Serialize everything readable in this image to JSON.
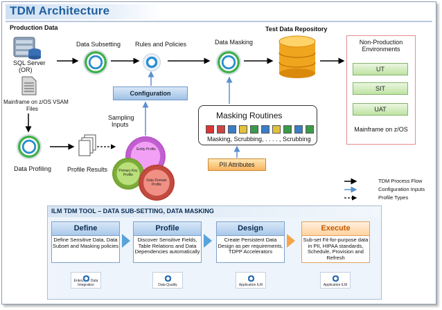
{
  "title": "TDM Architecture",
  "labels": {
    "production_data": "Production Data",
    "sql_server_line1": "SQL Server",
    "sql_server_line2": "(OR)",
    "mainframe_line1": "Mainframe on z/OS VSAM",
    "mainframe_line2": "Files",
    "data_profiling": "Data Profiling",
    "profile_results": "Profile Results",
    "data_subsetting": "Data Subsetting",
    "rules_policies": "Rules and Policies",
    "configuration": "Configuration",
    "sampling_line1": "Sampling",
    "sampling_line2": "Inputs",
    "data_masking": "Data Masking",
    "test_data_repository": "Test Data Repository",
    "masking_routines": "Masking Routines",
    "masking_list": "Masking, Scrubbing, . . . . , Scrubbing",
    "pii_attributes": "PII Attributes",
    "nonprod_line1": "Non-Production",
    "nonprod_line2": "Environments",
    "mainframe_zos": "Mainframe on z/OS",
    "gear_entity": "Entity Profile",
    "gear_primary": "Primary Key Profile",
    "gear_domain": "Data Domain Profile"
  },
  "environments": [
    "UT",
    "SIT",
    "UAT"
  ],
  "legend": {
    "tdm_process_flow": "TDM Process Flow",
    "configuration_inputs": "Configuration Inputs",
    "profile_types": "Profile Types"
  },
  "ilm": {
    "title": "ILM TDM TOOL – DATA SUB-SETTING, DATA MASKING",
    "phases": [
      {
        "name": "Define",
        "desc": "Define Sensitive Data, Data Subset and Masking policies",
        "logo": "Enterprise Data Integration"
      },
      {
        "name": "Profile",
        "desc": "Discover Sensitive Fields, Table Relations and Data Dependencies automatically",
        "logo": "Data Quality"
      },
      {
        "name": "Design",
        "desc": "Create Persistent Data Design as per requirements, TDPP Accelerators",
        "logo": "Application ILM"
      },
      {
        "name": "Execute",
        "desc": "Sub-set Fit-for-purpose data in PII, HIPAA standards, Schedule, Provision and Refresh",
        "logo": "Application ILM"
      }
    ]
  },
  "colors": {
    "title": "#1f5f9e",
    "flow_arrow": "#000000",
    "config_arrow": "#5b8fd0",
    "repo_border": "#e38c8c",
    "execute_accent": "#f5a44a"
  }
}
